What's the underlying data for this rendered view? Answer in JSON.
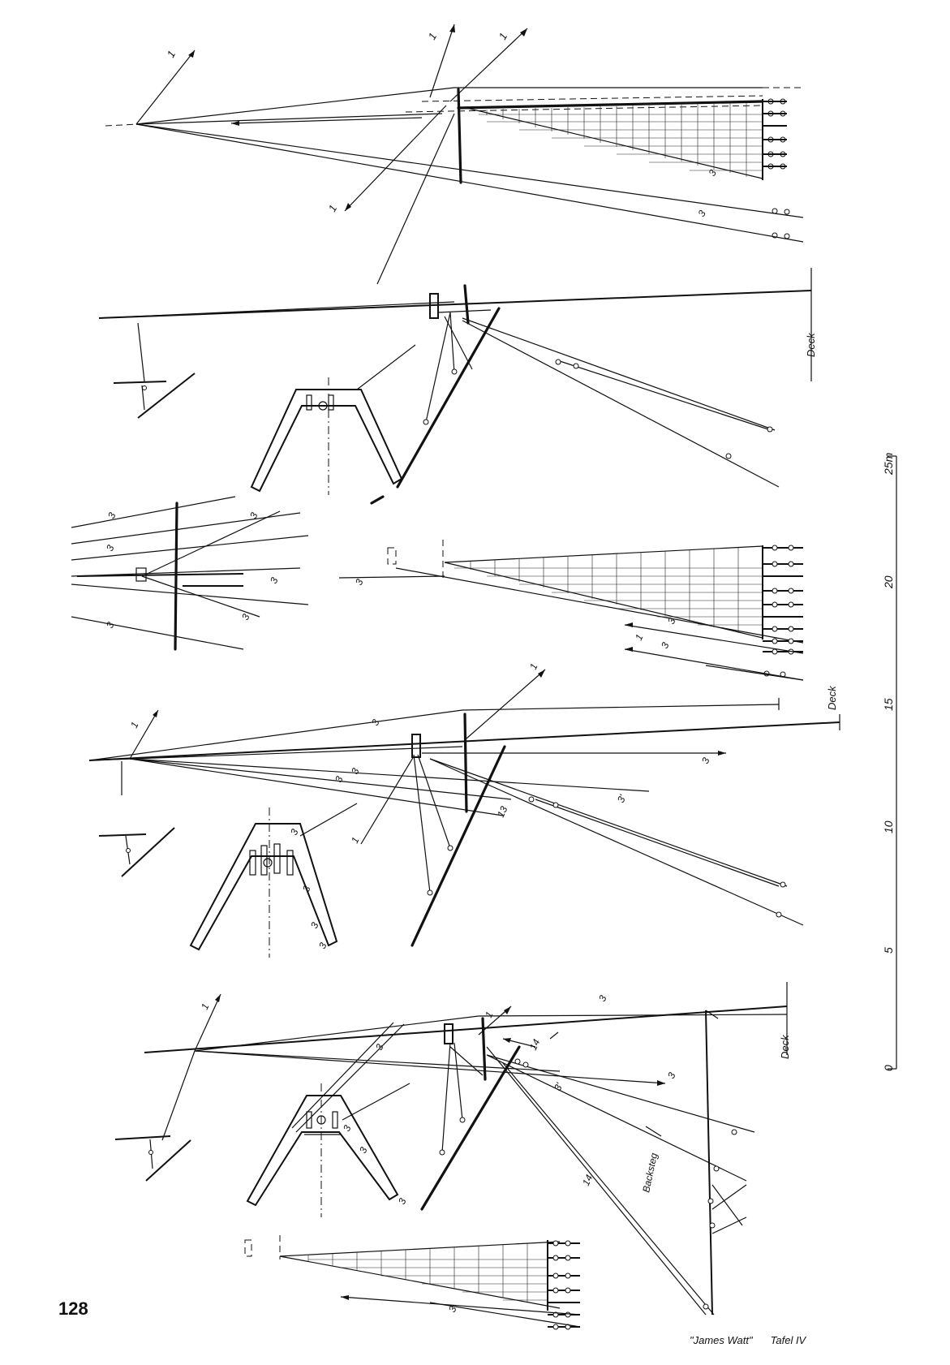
{
  "page_number": "128",
  "caption": {
    "ship": "\"James Watt\"",
    "plate": "Tafel IV"
  },
  "scale": {
    "unit_label": "25m",
    "ticks": [
      "0",
      "5",
      "10",
      "15",
      "20"
    ]
  },
  "labels": {
    "deck": "Deck",
    "backsteg": "Backsteg"
  },
  "callouts": {
    "n1": "1",
    "n3": "3",
    "n3prime": "3'",
    "n13": "13",
    "n14": "14"
  }
}
